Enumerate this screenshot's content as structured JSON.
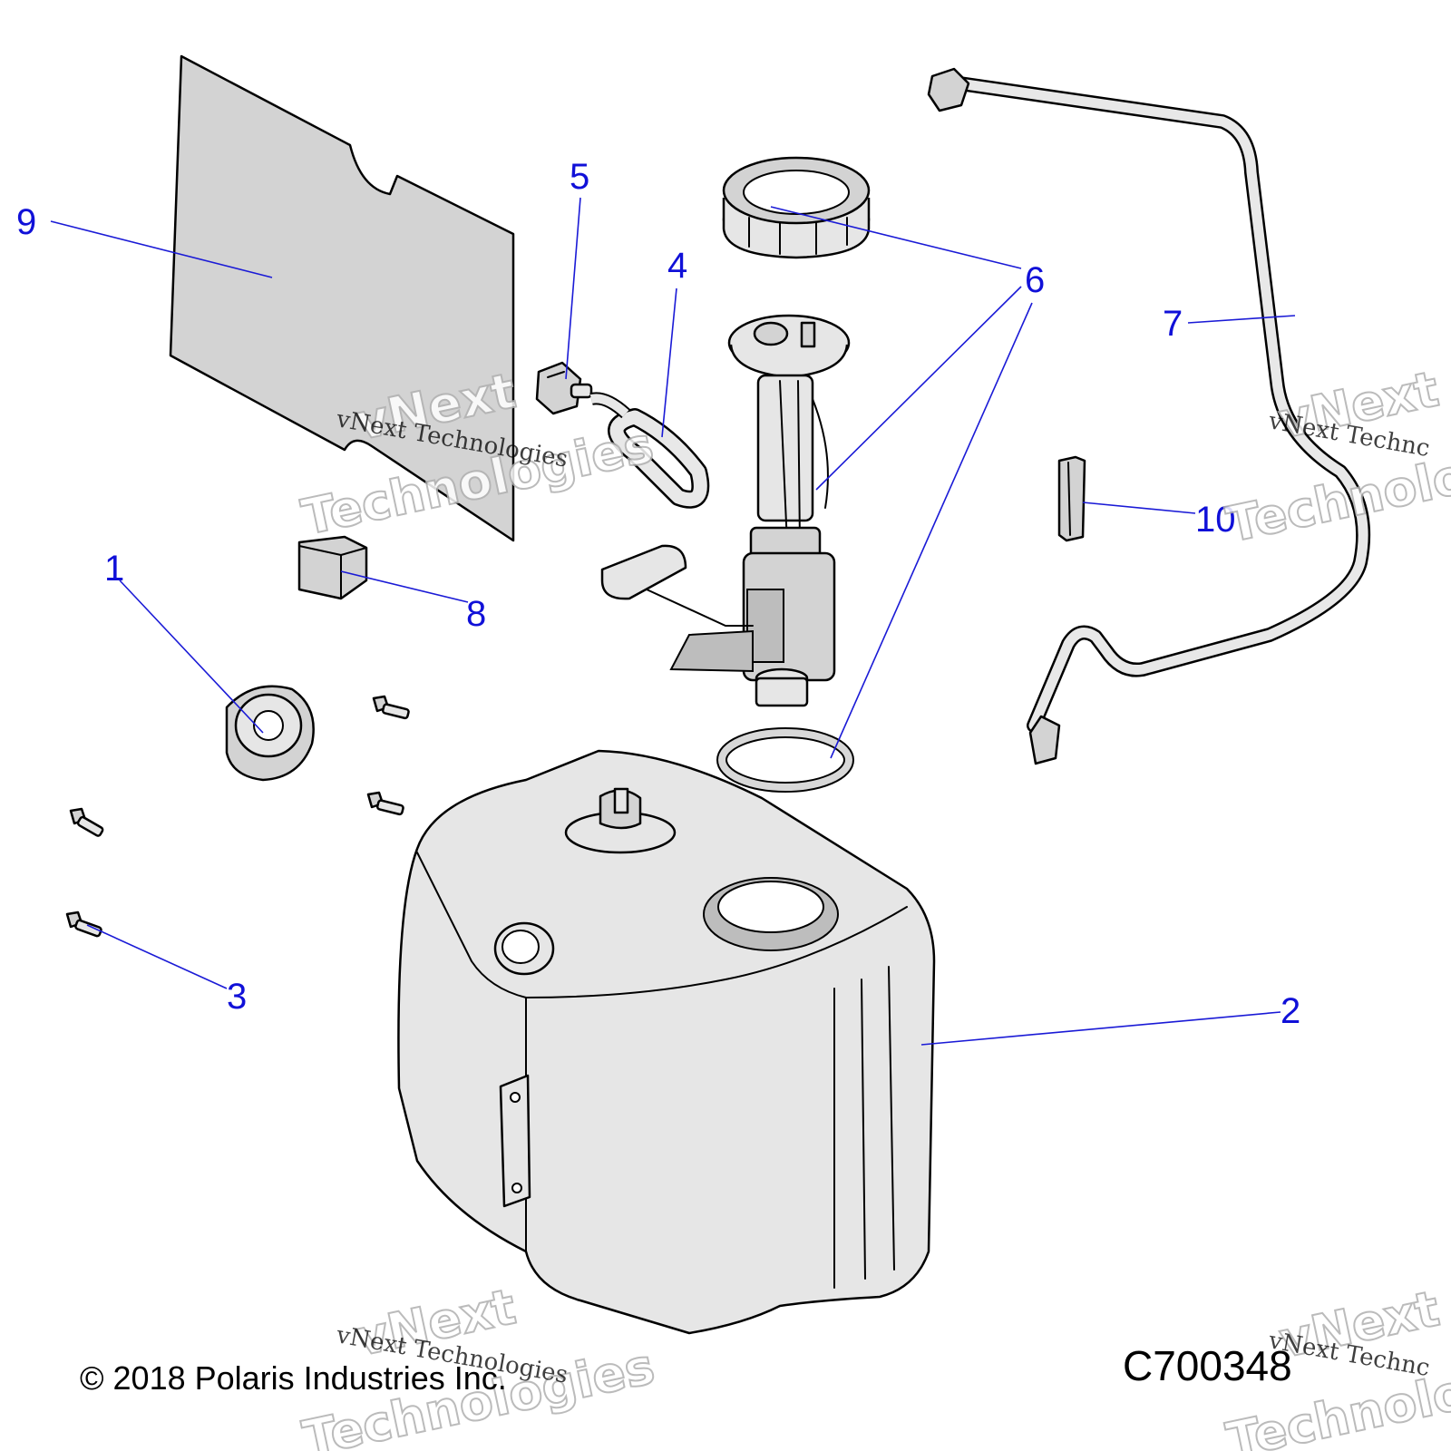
{
  "callouts": [
    {
      "label": "1"
    },
    {
      "label": "2"
    },
    {
      "label": "3"
    },
    {
      "label": "4"
    },
    {
      "label": "5"
    },
    {
      "label": "6"
    },
    {
      "label": "7"
    },
    {
      "label": "8"
    },
    {
      "label": "9"
    },
    {
      "label": "10"
    }
  ],
  "footer": {
    "copyright": "© 2018 Polaris Industries Inc.",
    "diagram_code": "C700348"
  },
  "watermark": {
    "line": "vNext Technologies",
    "word1": "vNext",
    "word2": "Technologies",
    "word2_cut": "Technolo",
    "line_cut": "vNext Technc"
  },
  "colors": {
    "callout": "#1010d8",
    "part_fill": "#d3d3d3"
  }
}
